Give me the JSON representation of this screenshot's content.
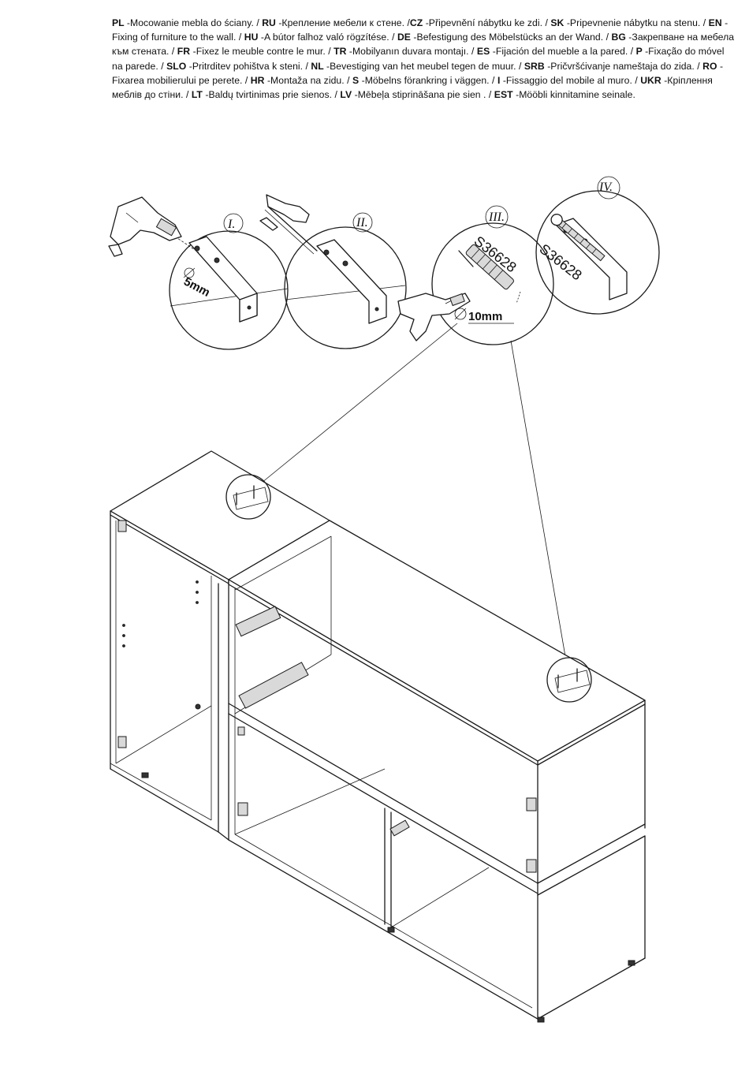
{
  "instructions": [
    {
      "code": "PL",
      "text": "-Mocowanie mebla do ściany. / "
    },
    {
      "code": "RU",
      "text": "-Крепление мебели к стене. /"
    },
    {
      "code": "CZ",
      "text": "-Připevnění nábytku ke zdi. / "
    },
    {
      "code": "SK",
      "text": "-Pripevnenie nábytku na stenu. / "
    },
    {
      "code": "EN",
      "text": "-Fixing of furniture to the wall. / "
    },
    {
      "code": "HU",
      "text": "-A bútor falhoz való rögzítése. / "
    },
    {
      "code": "DE",
      "text": "-Befestigung des Möbelstücks an der Wand. / "
    },
    {
      "code": "BG",
      "text": "-Закрепване на мебела към стената. / "
    },
    {
      "code": "FR",
      "text": "-Fixez le meuble contre le mur. / "
    },
    {
      "code": "TR",
      "text": "-Mobilyanın duvara montajı. / "
    },
    {
      "code": "ES",
      "text": "-Fijación del mueble a la pared. / "
    },
    {
      "code": "P",
      "text": "-Fixação do móvel na parede. / "
    },
    {
      "code": "SLO",
      "text": "-Pritrditev pohištva k steni. / "
    },
    {
      "code": "NL",
      "text": "-Bevestiging van het meubel tegen de muur. / "
    },
    {
      "code": "SRB",
      "text": "-Pričvršćivanje nameštaja do zida. / "
    },
    {
      "code": "RO",
      "text": "-Fixarea mobilierului pe perete. / "
    },
    {
      "code": "HR",
      "text": "-Montaža na zidu. / "
    },
    {
      "code": "S",
      "text": "-Möbelns förankring i väggen. / "
    },
    {
      "code": "I",
      "text": "-Fissaggio del mobile al muro. / "
    },
    {
      "code": "UKR",
      "text": "-Кріплення меблів до стіни. / "
    },
    {
      "code": "LT",
      "text": "-Baldų tvirtinimas prie sienos. / "
    },
    {
      "code": "LV",
      "text": "-Mēbeļa stiprināšana pie sien          . / "
    },
    {
      "code": "EST",
      "text": "-Mööbli kinnitamine seinale."
    }
  ],
  "steps": {
    "step1": "I.",
    "step2": "II.",
    "step3": "III.",
    "step4": "IV."
  },
  "drill_bits": {
    "small": "5mm",
    "large": "10mm"
  },
  "part_codes": {
    "plug": "S36628",
    "screw": "S36628"
  }
}
